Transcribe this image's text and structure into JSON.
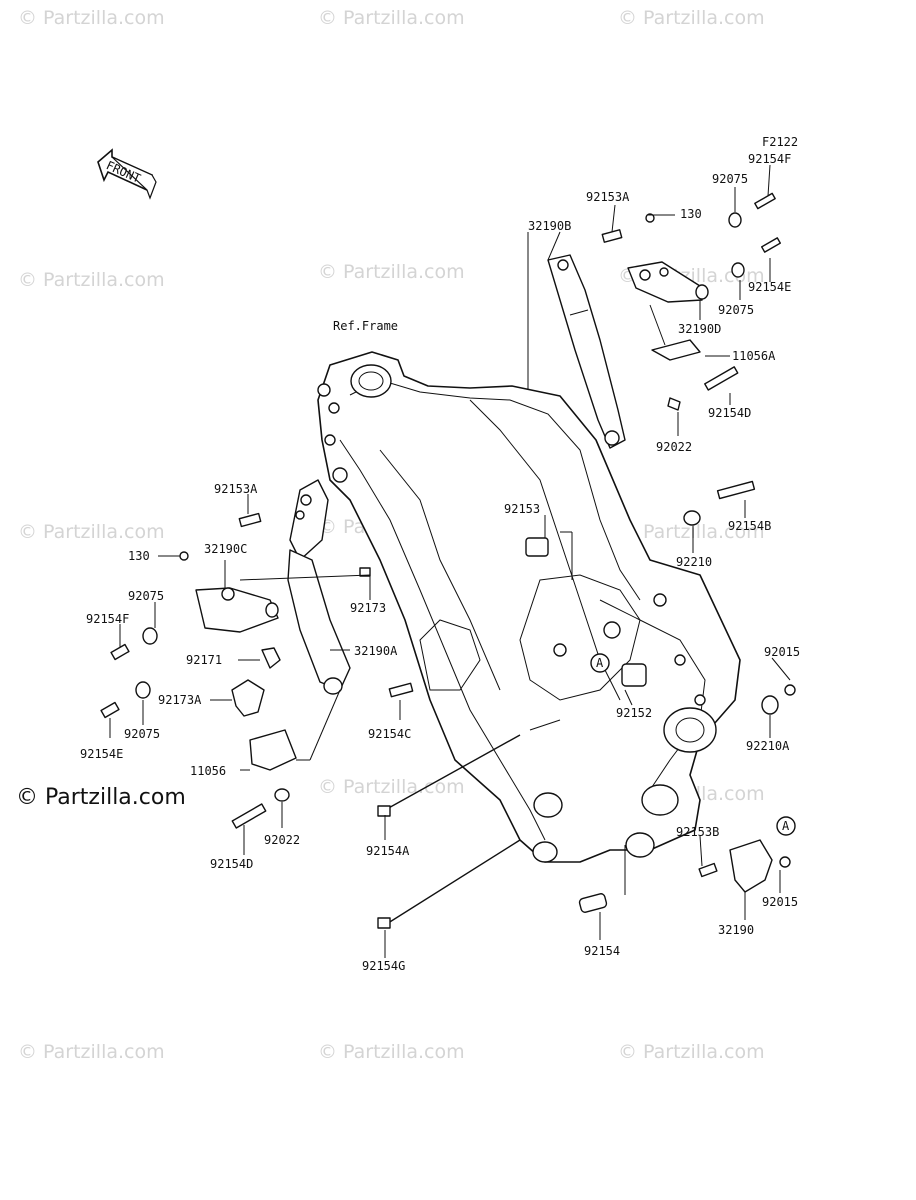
{
  "figure_code": "F2122",
  "front_label": "FRONT",
  "ref_frame": "Ref.Frame",
  "callout_a": "A",
  "watermark": "© Partzilla.com",
  "part_labels": {
    "p92154F_top": "92154F",
    "p92075_top": "92075",
    "p92153A_top": "92153A",
    "p130_top": "130",
    "p32190B": "32190B",
    "p92154E_top": "92154E",
    "p92075_mid": "92075",
    "p32190D": "32190D",
    "p11056A": "11056A",
    "p92154D_top": "92154D",
    "p92022_top": "92022",
    "p92153A_left": "92153A",
    "p92153": "92153",
    "p92154B": "92154B",
    "p130_left": "130",
    "p32190C": "32190C",
    "p92210": "92210",
    "p92173": "92173",
    "p92075_left": "92075",
    "p92154F_left": "92154F",
    "p32190A": "32190A",
    "p92171": "92171",
    "p92015_right": "92015",
    "p92173A": "92173A",
    "p92152": "92152",
    "p92154C": "92154C",
    "p92075_low": "92075",
    "p92154E_left": "92154E",
    "p92210A": "92210A",
    "p11056": "11056",
    "p92154D_low": "92154D",
    "p92022_low": "92022",
    "p92154A": "92154A",
    "p92153B": "92153B",
    "p92015_low": "92015",
    "p32190": "32190",
    "p92154": "92154",
    "p92154G": "92154G"
  }
}
